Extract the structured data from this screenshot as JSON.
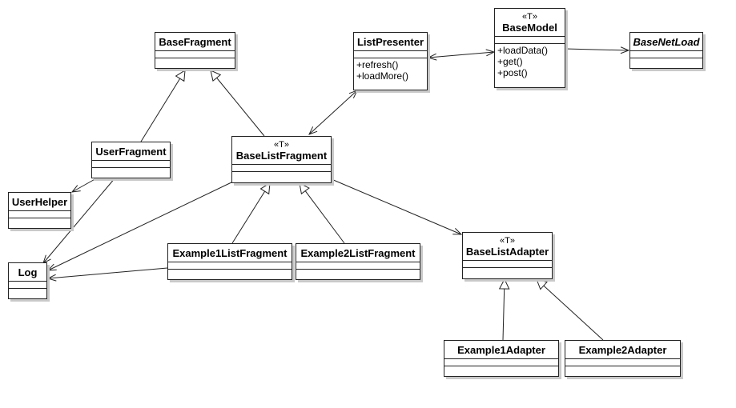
{
  "classes": {
    "base_fragment": {
      "name": "BaseFragment",
      "stereotype": "",
      "operations": []
    },
    "list_presenter": {
      "name": "ListPresenter",
      "stereotype": "",
      "operations": [
        "+refresh()",
        "+loadMore()"
      ]
    },
    "base_model": {
      "name": "BaseModel",
      "stereotype": "«T»",
      "operations": [
        "+loadData()",
        "+get()",
        "+post()"
      ]
    },
    "base_net_load": {
      "name": "BaseNetLoad",
      "stereotype": "",
      "operations": []
    },
    "user_fragment": {
      "name": "UserFragment",
      "stereotype": "",
      "operations": []
    },
    "base_list_fragment": {
      "name": "BaseListFragment",
      "stereotype": "«T»",
      "operations": []
    },
    "user_helper": {
      "name": "UserHelper",
      "stereotype": "",
      "operations": []
    },
    "log": {
      "name": "Log",
      "stereotype": "",
      "operations": []
    },
    "example1_list_fragment": {
      "name": "Example1ListFragment",
      "stereotype": "",
      "operations": []
    },
    "example2_list_fragment": {
      "name": "Example2ListFragment",
      "stereotype": "",
      "operations": []
    },
    "base_list_adapter": {
      "name": "BaseListAdapter",
      "stereotype": "«T»",
      "operations": []
    },
    "example1_adapter": {
      "name": "Example1Adapter",
      "stereotype": "",
      "operations": []
    },
    "example2_adapter": {
      "name": "Example2Adapter",
      "stereotype": "",
      "operations": []
    }
  },
  "relationships": [
    {
      "from": "UserFragment",
      "to": "BaseFragment",
      "kind": "generalization"
    },
    {
      "from": "BaseListFragment",
      "to": "BaseFragment",
      "kind": "generalization"
    },
    {
      "from": "Example1ListFragment",
      "to": "BaseListFragment",
      "kind": "generalization"
    },
    {
      "from": "Example2ListFragment",
      "to": "BaseListFragment",
      "kind": "generalization"
    },
    {
      "from": "Example1Adapter",
      "to": "BaseListAdapter",
      "kind": "generalization"
    },
    {
      "from": "Example2Adapter",
      "to": "BaseListAdapter",
      "kind": "generalization"
    },
    {
      "from": "BaseListFragment",
      "to": "ListPresenter",
      "kind": "bidirectional-association"
    },
    {
      "from": "ListPresenter",
      "to": "BaseModel",
      "kind": "bidirectional-association"
    },
    {
      "from": "BaseModel",
      "to": "BaseNetLoad",
      "kind": "association"
    },
    {
      "from": "BaseListFragment",
      "to": "BaseListAdapter",
      "kind": "association"
    },
    {
      "from": "UserFragment",
      "to": "UserHelper",
      "kind": "association"
    },
    {
      "from": "UserFragment",
      "to": "Log",
      "kind": "association"
    },
    {
      "from": "BaseListFragment",
      "to": "Log",
      "kind": "association"
    },
    {
      "from": "Example1ListFragment",
      "to": "Log",
      "kind": "association"
    }
  ],
  "colors": {
    "line": "#222222",
    "shadow": "#c9c9c9",
    "background": "#ffffff"
  }
}
